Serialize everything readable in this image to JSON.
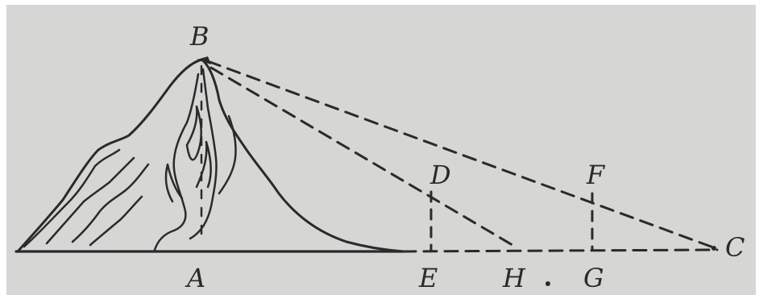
{
  "figure": {
    "colors": {
      "paper": "#d6d6d4",
      "ink": "#2a2a2a",
      "frame": "#ffffff"
    },
    "labels": {
      "B": "B",
      "D": "D",
      "F": "F",
      "A": "A",
      "E": "E",
      "H": "H",
      "G": "G",
      "C": "C"
    }
  }
}
